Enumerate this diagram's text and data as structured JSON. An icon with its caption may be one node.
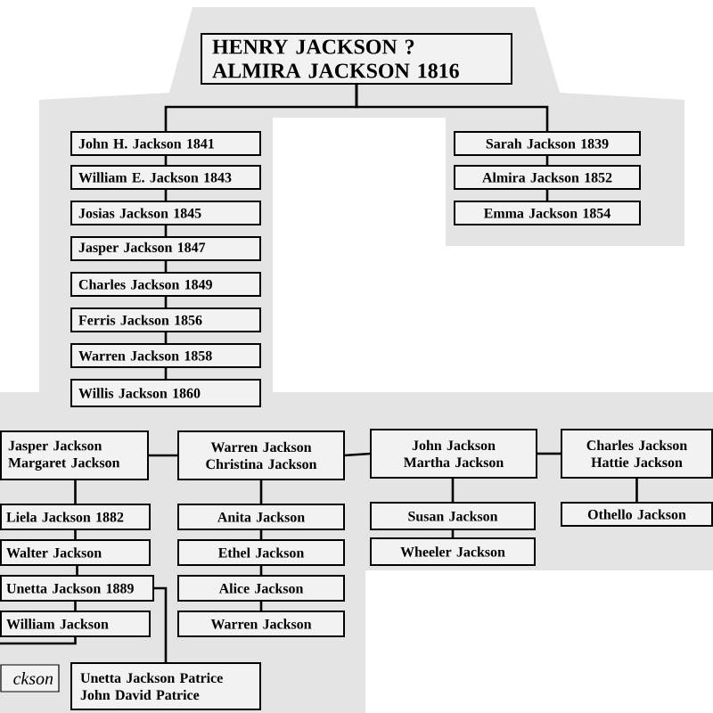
{
  "diagram": {
    "nodes": [
      {
        "text": [
          "HENRY JACKSON ?",
          "ALMIRA JACKSON 1816"
        ]
      },
      {
        "text": [
          "John H. Jackson 1841"
        ]
      },
      {
        "text": [
          "William E. Jackson 1843"
        ]
      },
      {
        "text": [
          "Josias Jackson 1845"
        ]
      },
      {
        "text": [
          "Jasper Jackson 1847"
        ]
      },
      {
        "text": [
          "Charles Jackson 1849"
        ]
      },
      {
        "text": [
          "Ferris Jackson 1856"
        ]
      },
      {
        "text": [
          "Warren Jackson 1858"
        ]
      },
      {
        "text": [
          "Willis Jackson 1860"
        ]
      },
      {
        "text": [
          "Sarah Jackson 1839"
        ]
      },
      {
        "text": [
          "Almira Jackson 1852"
        ]
      },
      {
        "text": [
          "Emma Jackson 1854"
        ]
      },
      {
        "text": [
          "Jasper Jackson",
          "Margaret Jackson"
        ]
      },
      {
        "text": [
          "Warren Jackson",
          "Christina Jackson"
        ]
      },
      {
        "text": [
          "John Jackson",
          "Martha Jackson"
        ]
      },
      {
        "text": [
          "Charles Jackson",
          "Hattie Jackson"
        ]
      },
      {
        "text": [
          "Liela Jackson 1882"
        ]
      },
      {
        "text": [
          "Walter Jackson"
        ]
      },
      {
        "text": [
          "Unetta Jackson 1889"
        ]
      },
      {
        "text": [
          "William Jackson"
        ]
      },
      {
        "text": [
          "Anita Jackson"
        ]
      },
      {
        "text": [
          "Ethel Jackson"
        ]
      },
      {
        "text": [
          "Alice Jackson"
        ]
      },
      {
        "text": [
          "Warren Jackson"
        ]
      },
      {
        "text": [
          "Susan Jackson"
        ]
      },
      {
        "text": [
          "Wheeler Jackson"
        ]
      },
      {
        "text": [
          "Othello Jackson"
        ]
      },
      {
        "text": [
          "ckson"
        ]
      },
      {
        "text": [
          "Unetta Jackson Patrice",
          "John David Patrice"
        ]
      }
    ],
    "edges": [
      {
        "from": 0,
        "to": 1,
        "arrow": "none"
      },
      {
        "from": 0,
        "to": 9,
        "arrow": "none"
      },
      {
        "from": 1,
        "to": 2,
        "arrow": "none"
      },
      {
        "from": 2,
        "to": 3,
        "arrow": "none"
      },
      {
        "from": 3,
        "to": 4,
        "arrow": "none"
      },
      {
        "from": 4,
        "to": 5,
        "arrow": "none"
      },
      {
        "from": 5,
        "to": 6,
        "arrow": "none"
      },
      {
        "from": 6,
        "to": 7,
        "arrow": "none"
      },
      {
        "from": 7,
        "to": 8,
        "arrow": "none"
      },
      {
        "from": 9,
        "to": 10,
        "arrow": "none"
      },
      {
        "from": 10,
        "to": 11,
        "arrow": "none"
      },
      {
        "from": 12,
        "to": 13,
        "arrow": "none"
      },
      {
        "from": 13,
        "to": 14,
        "arrow": "none"
      },
      {
        "from": 14,
        "to": 15,
        "arrow": "none"
      },
      {
        "from": 12,
        "to": 16,
        "arrow": "none"
      },
      {
        "from": 16,
        "to": 17,
        "arrow": "none"
      },
      {
        "from": 17,
        "to": 18,
        "arrow": "none"
      },
      {
        "from": 18,
        "to": 19,
        "arrow": "none"
      },
      {
        "from": 18,
        "to": 28,
        "arrow": "none"
      },
      {
        "from": 19,
        "to": null,
        "arrow": "none"
      },
      {
        "from": 13,
        "to": 20,
        "arrow": "none"
      },
      {
        "from": 20,
        "to": 21,
        "arrow": "none"
      },
      {
        "from": 21,
        "to": 22,
        "arrow": "none"
      },
      {
        "from": 22,
        "to": 23,
        "arrow": "none"
      },
      {
        "from": 14,
        "to": 24,
        "arrow": "none"
      },
      {
        "from": 24,
        "to": 25,
        "arrow": "none"
      },
      {
        "from": 15,
        "to": 26,
        "arrow": "none"
      }
    ]
  }
}
